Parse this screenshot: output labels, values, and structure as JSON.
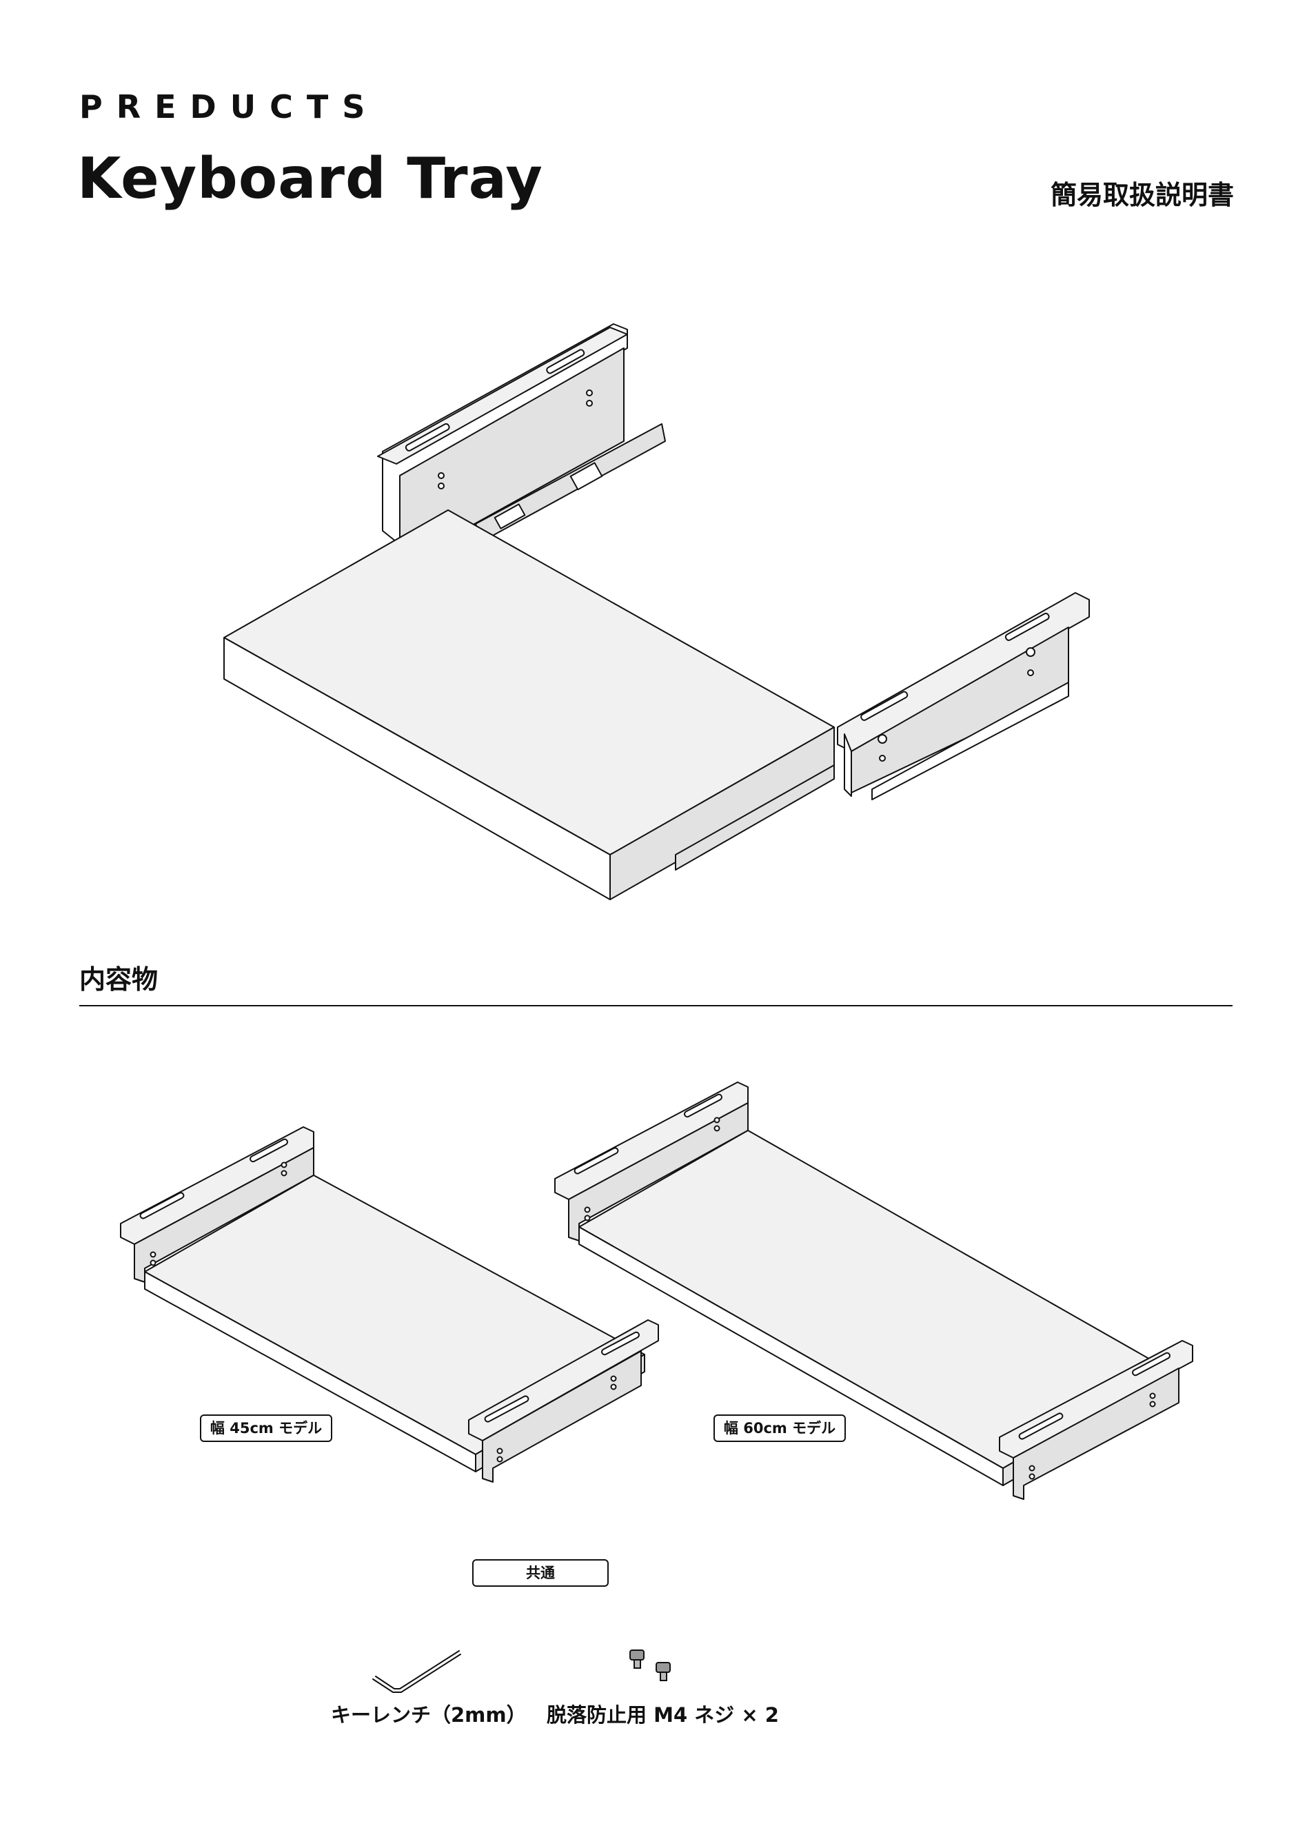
{
  "header": {
    "brand": "PREDUCTS",
    "title": "Keyboard Tray",
    "doc_type": "簡易取扱説明書"
  },
  "contents": {
    "heading": "内容物",
    "models": [
      {
        "label": "幅 45cm モデル"
      },
      {
        "label": "幅 60cm モデル"
      }
    ],
    "common_label": "共通",
    "accessories": [
      {
        "name": "キーレンチ（2mm）"
      },
      {
        "name": "脱落防止用 M4 ネジ × 2"
      }
    ]
  }
}
